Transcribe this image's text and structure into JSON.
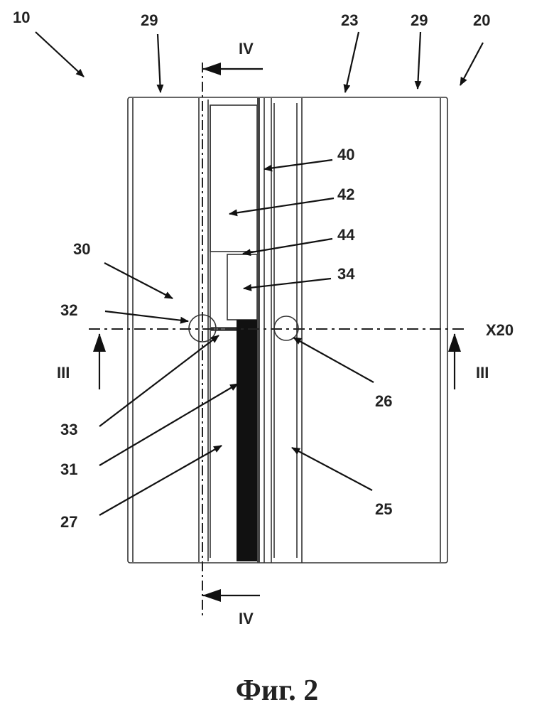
{
  "figure": {
    "caption": "Фиг. 2",
    "section_labels": {
      "top": "IV",
      "bottom": "IV",
      "left": "III",
      "right": "III"
    },
    "axis_label": "X20",
    "callouts": [
      "10",
      "29",
      "23",
      "29",
      "20",
      "40",
      "42",
      "44",
      "34",
      "30",
      "32",
      "33",
      "31",
      "27",
      "26",
      "25"
    ]
  }
}
